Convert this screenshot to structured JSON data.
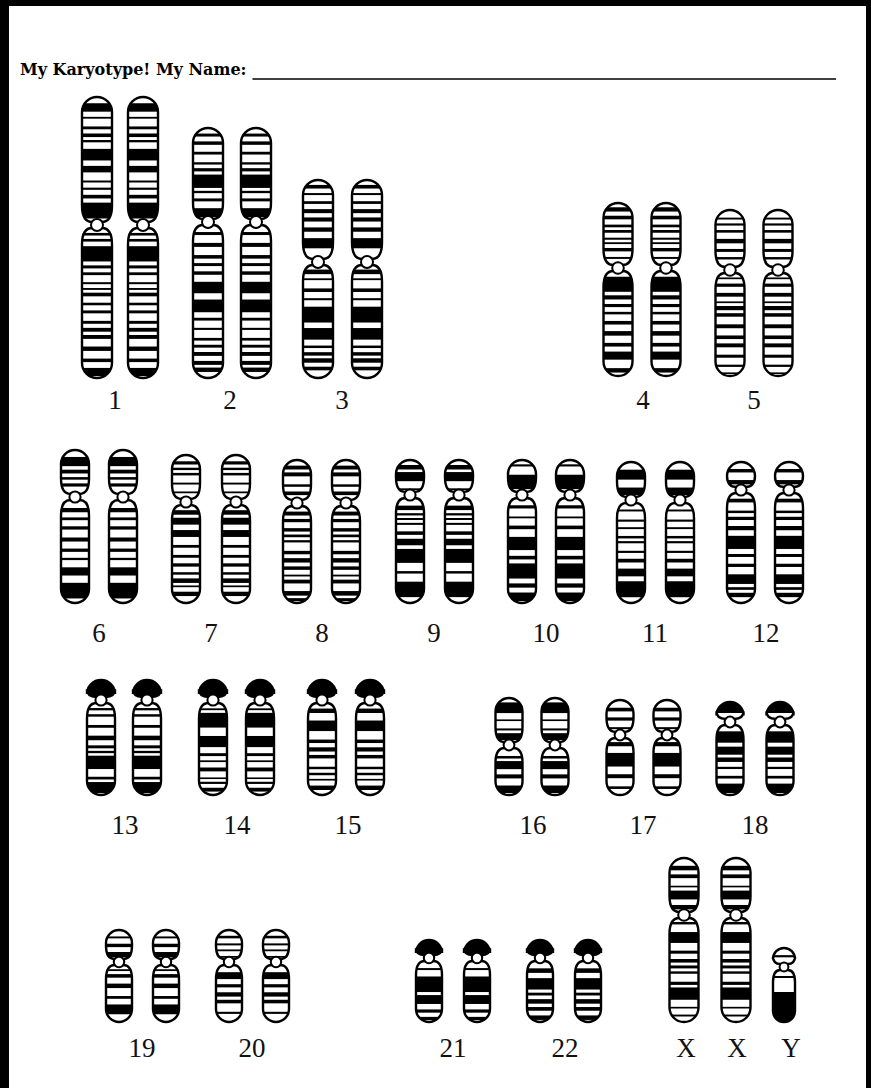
{
  "diagram": {
    "title": "My Karyotype! My Name:",
    "labels": [
      "1",
      "2",
      "3",
      "4",
      "5",
      "6",
      "7",
      "8",
      "9",
      "10",
      "11",
      "12",
      "13",
      "14",
      "15",
      "16",
      "17",
      "18",
      "19",
      "20",
      "21",
      "22",
      "X",
      "X",
      "Y"
    ]
  }
}
